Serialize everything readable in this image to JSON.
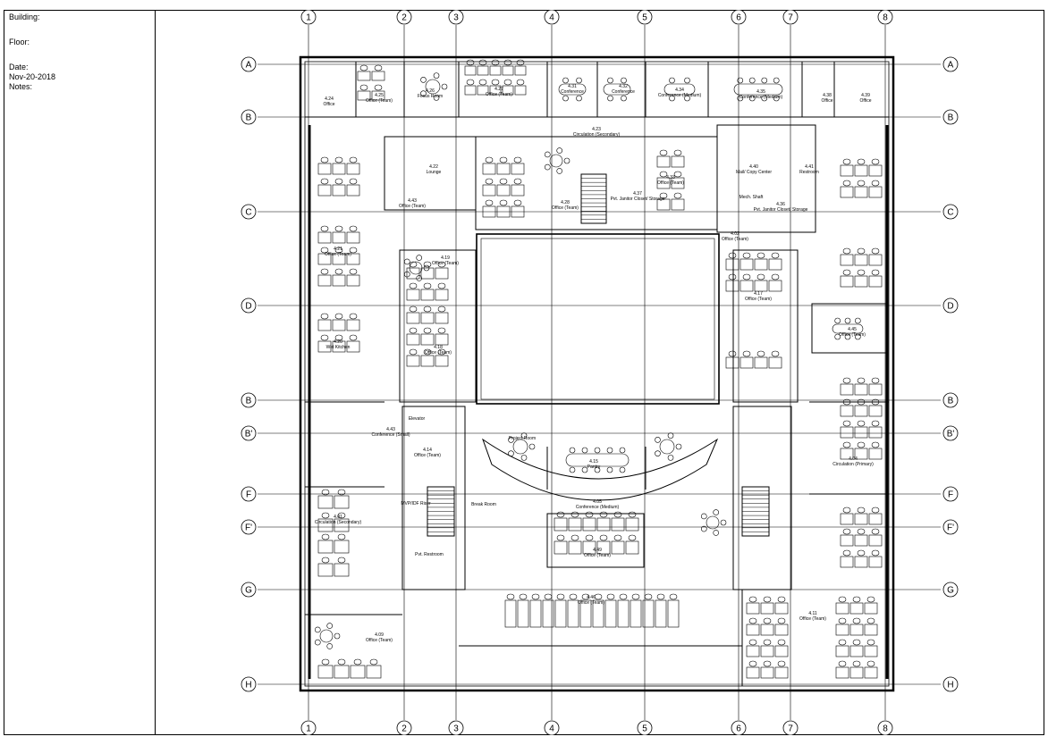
{
  "sheet": {
    "building_label": "Building:",
    "floor_label": "Floor:",
    "date_label": "Date:",
    "date_value": "Nov-20-2018",
    "notes_label": "Notes:"
  },
  "grid": {
    "columns": [
      "1",
      "2",
      "3",
      "4",
      "5",
      "6",
      "7",
      "8"
    ],
    "rows": [
      "A",
      "B",
      "C",
      "D",
      "B",
      "B'",
      "F",
      "F'",
      "G",
      "H"
    ]
  },
  "rooms": [
    {
      "id": "4.24",
      "name": "Office"
    },
    {
      "id": "4.25",
      "name": "Office (Team)"
    },
    {
      "id": "4.26",
      "name": "Focus Room"
    },
    {
      "id": "4.27",
      "name": "Office (Team)"
    },
    {
      "id": "4.31",
      "name": "Conference"
    },
    {
      "id": "4.32",
      "name": "Conference"
    },
    {
      "id": "4.34",
      "name": "Conference (Medium)"
    },
    {
      "id": "4.35",
      "name": "Conference (Medium)"
    },
    {
      "id": "4.21",
      "name": "Office (Team)"
    },
    {
      "id": "4.22",
      "name": "Lounge"
    },
    {
      "id": "4.23",
      "name": "Circulation (Secondary)"
    },
    {
      "id": "4.28",
      "name": "Office (Team)"
    },
    {
      "id": "4.33",
      "name": "Office (Team)"
    },
    {
      "id": "4.38",
      "name": "Office"
    },
    {
      "id": "4.39",
      "name": "Office"
    },
    {
      "id": "4.41",
      "name": "Restroom"
    },
    {
      "id": "4.43",
      "name": "Office (Team)"
    },
    {
      "id": "4.20",
      "name": "Wet Kitchen"
    },
    {
      "id": "4.19",
      "name": "Office (Team)"
    },
    {
      "id": "4.18",
      "name": "Office (Team)"
    },
    {
      "id": "4.17",
      "name": "Office (Team)"
    },
    {
      "id": "4.45",
      "name": "Office (Team)"
    },
    {
      "id": "4.43",
      "name": "Conference (Small)"
    },
    {
      "id": "4.15",
      "name": "Pantry"
    },
    {
      "id": "4.05",
      "name": "Conference (Medium)"
    },
    {
      "id": "4.01",
      "name": "Circulation (Secondary)"
    },
    {
      "id": "4.14",
      "name": "Office (Team)"
    },
    {
      "id": "4.04",
      "name": "Circulation (Primary)"
    },
    {
      "id": "4.46",
      "name": "Office (Team)"
    },
    {
      "id": "4.09",
      "name": "Office (Team)"
    },
    {
      "id": "4.11",
      "name": "Office (Team)"
    },
    {
      "id": "4.49",
      "name": "Office (Team)"
    },
    {
      "id": "4.02",
      "name": "Office (Team)"
    },
    {
      "id": "4.37",
      "name": "Pvt. Janitor Closet/ Storage"
    },
    {
      "id": "4.36",
      "name": "Pvt. Janitor Closet/ Storage"
    },
    {
      "id": "4.40",
      "name": "Mail/ Copy Center"
    }
  ],
  "misc_labels": {
    "elevator": "Elevator",
    "mvp_riser": "MVP/IDF Riser",
    "pvt_restroom": "Pvt. Restroom",
    "break_room": "Break Room",
    "mech_shaft": "Mech. Shaft",
    "project_room": "Project Room"
  }
}
